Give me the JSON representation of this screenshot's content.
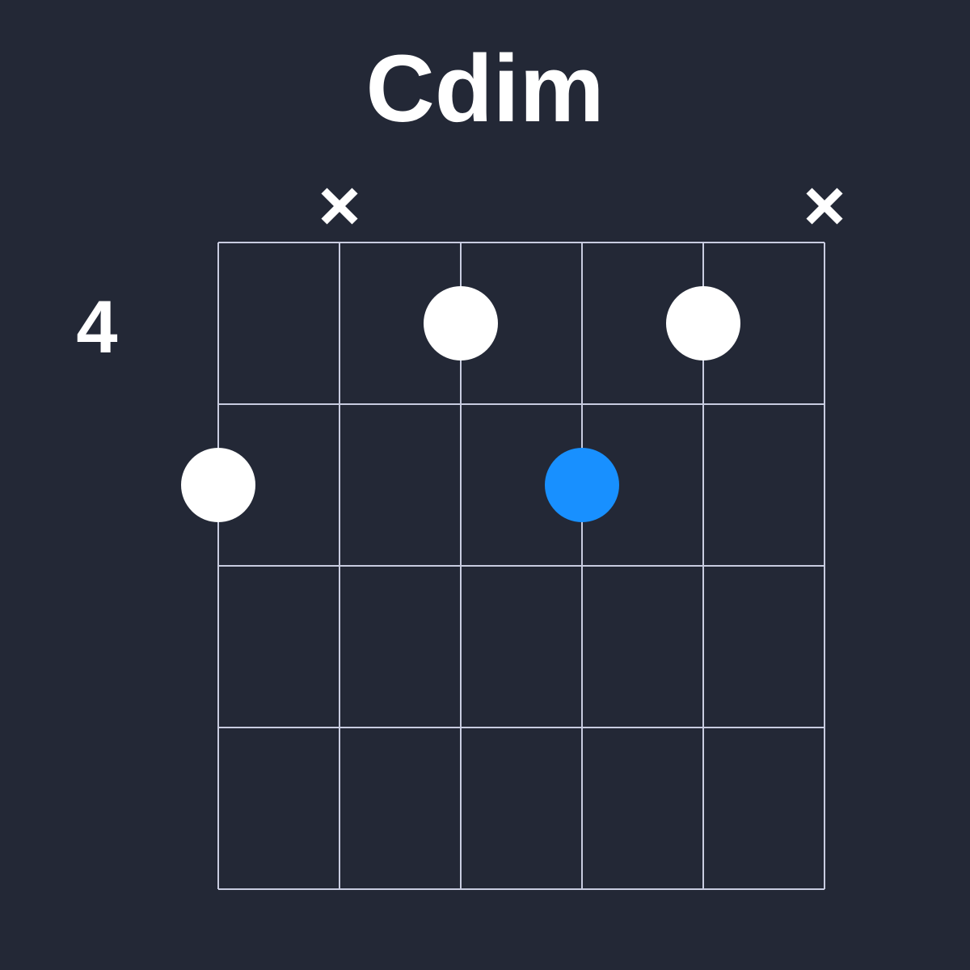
{
  "chord": {
    "name": "Cdim",
    "base_fret": "4",
    "strings": 6,
    "frets_shown": 4,
    "muted_strings": [
      2,
      6
    ],
    "fingers": [
      {
        "string": 1,
        "fret": 2,
        "color": "#ffffff"
      },
      {
        "string": 3,
        "fret": 1,
        "color": "#ffffff"
      },
      {
        "string": 4,
        "fret": 2,
        "color": "#1890ff",
        "root": true
      },
      {
        "string": 5,
        "fret": 1,
        "color": "#ffffff"
      }
    ]
  },
  "colors": {
    "background": "#232836",
    "grid": "#c8cce0",
    "dot": "#ffffff",
    "root": "#1890ff",
    "mute": "#ffffff"
  }
}
